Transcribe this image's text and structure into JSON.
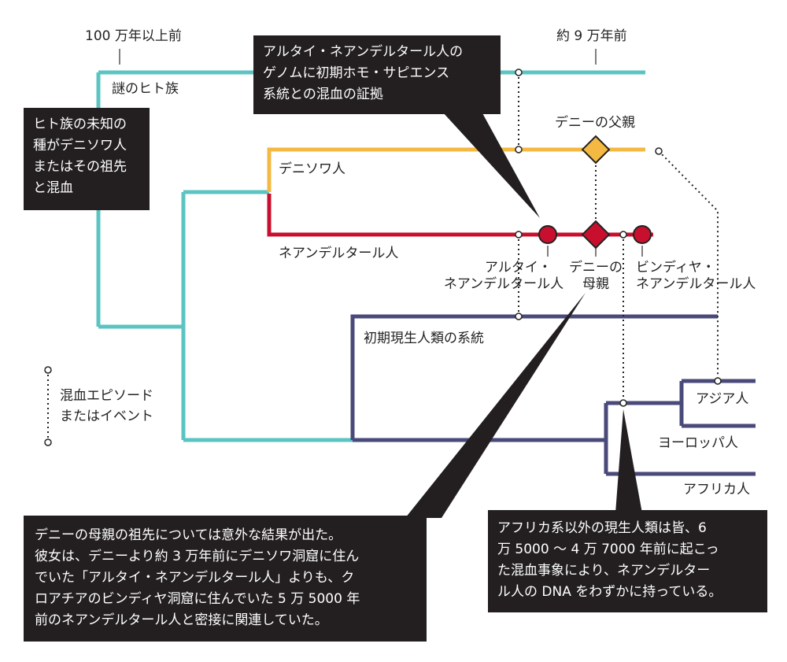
{
  "timeline": {
    "label_1m": "100 万年以上前",
    "label_90k": "約 9 万年前"
  },
  "lineages": {
    "mystery": "謎のヒト族",
    "denisovan": "デニソワ人",
    "neanderthal": "ネアンデルタール人",
    "early_modern": "初期現生人類の系統",
    "asian": "アジア人",
    "european": "ヨーロッパ人",
    "african": "アフリカ人"
  },
  "markers": {
    "denny_father": "デニーの父親",
    "altai": [
      "アルタイ・",
      "ネアンデルタール人"
    ],
    "denny_mother": [
      "デニーの",
      "母親"
    ],
    "vindija": [
      "ビンディヤ・",
      "ネアンデルタール人"
    ]
  },
  "legend": {
    "line1": "混血エピソード",
    "line2": "またはイベント"
  },
  "callouts": {
    "unknown_species": [
      "ヒト族の未知の",
      "種がデニソワ人",
      "またはその祖先",
      "と混血"
    ],
    "altai_genome": [
      "アルタイ・ネアンデルタール人の",
      "ゲノムに初期ホモ・サピエンス",
      "系統との混血の証拠"
    ],
    "denny_mother_ancestry": [
      "デニーの母親の祖先については意外な結果が出た。",
      "彼女は、デニーより約 3 万年前にデニソワ洞窟に住ん",
      "でいた「アルタイ・ネアンデルタール人」よりも、ク",
      "ロアチアのビンディヤ洞窟に住んでいた 5 万 5000 年",
      "前のネアンデルタール人と密接に関連していた。"
    ],
    "non_african": [
      "アフリカ系以外の現生人類は皆、6",
      "万 5000 〜 4 万 7000 年前に起こっ",
      "た混血事象により、ネアンデルター",
      "ル人の DNA をわずかに持っている。"
    ]
  },
  "colors": {
    "mystery": "#5bc4c2",
    "denisovan": "#f4b942",
    "neanderthal": "#c8102e",
    "modern": "#4a4a7a",
    "callout_bg": "#231f20"
  }
}
